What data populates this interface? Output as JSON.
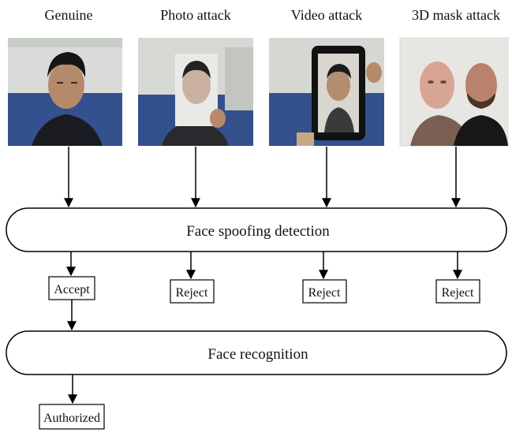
{
  "columns": [
    {
      "id": "genuine",
      "label": "Genuine",
      "photo": "person looking at camera",
      "outcome": "Accept"
    },
    {
      "id": "photo",
      "label": "Photo attack",
      "photo": "person holding printed face photo",
      "outcome": "Reject"
    },
    {
      "id": "video",
      "label": "Video attack",
      "photo": "tablet showing face video",
      "outcome": "Reject"
    },
    {
      "id": "mask",
      "label": "3D mask attack",
      "photo": "person wearing 3D face mask",
      "outcome": "Reject"
    }
  ],
  "stages": {
    "detection": "Face spoofing detection",
    "recognition": "Face recognition"
  },
  "final": {
    "label": "Authorized"
  },
  "colors": {
    "line": "#000000",
    "box_fill": "#ffffff",
    "wall_blue": "#2f4a86",
    "office_bg": "#d7d9d6"
  }
}
